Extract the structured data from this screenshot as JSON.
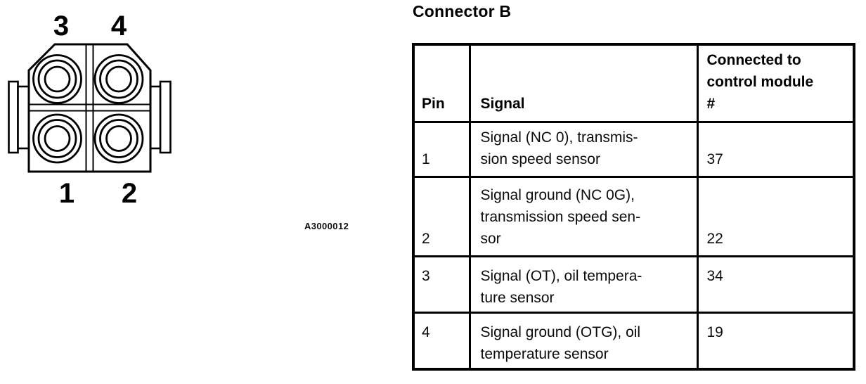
{
  "figure": {
    "name": "connector-face-view",
    "figure_code": "A3000012",
    "pin_labels": {
      "top_left": "3",
      "top_right": "4",
      "bottom_left": "1",
      "bottom_right": "2"
    }
  },
  "section": {
    "title": "Connector B"
  },
  "table": {
    "headers": {
      "pin": "Pin",
      "signal": "Signal",
      "connected": "Connected to control module #",
      "connected_lines": [
        "Connected to",
        "control module",
        "#"
      ]
    },
    "rows": [
      {
        "pin": "1",
        "signal": "Signal (NC 0), transmission speed sensor",
        "signal_lines": [
          "Signal (NC 0), transmis-",
          "sion speed sensor"
        ],
        "connected": "37"
      },
      {
        "pin": "2",
        "signal": "Signal ground (NC 0G), transmission speed sensor",
        "signal_lines": [
          "Signal ground (NC 0G),",
          "transmission speed sen-",
          "sor"
        ],
        "connected": "22"
      },
      {
        "pin": "3",
        "signal": "Signal (OT), oil temperature sensor",
        "signal_lines": [
          "Signal (OT), oil tempera-",
          "ture sensor"
        ],
        "connected": "34"
      },
      {
        "pin": "4",
        "signal": "Signal ground (OTG), oil temperature sensor",
        "signal_lines": [
          "Signal ground (OTG), oil",
          "temperature sensor"
        ],
        "connected": "19"
      }
    ]
  },
  "colors": {
    "ink": "#000000",
    "paper": "#ffffff"
  }
}
